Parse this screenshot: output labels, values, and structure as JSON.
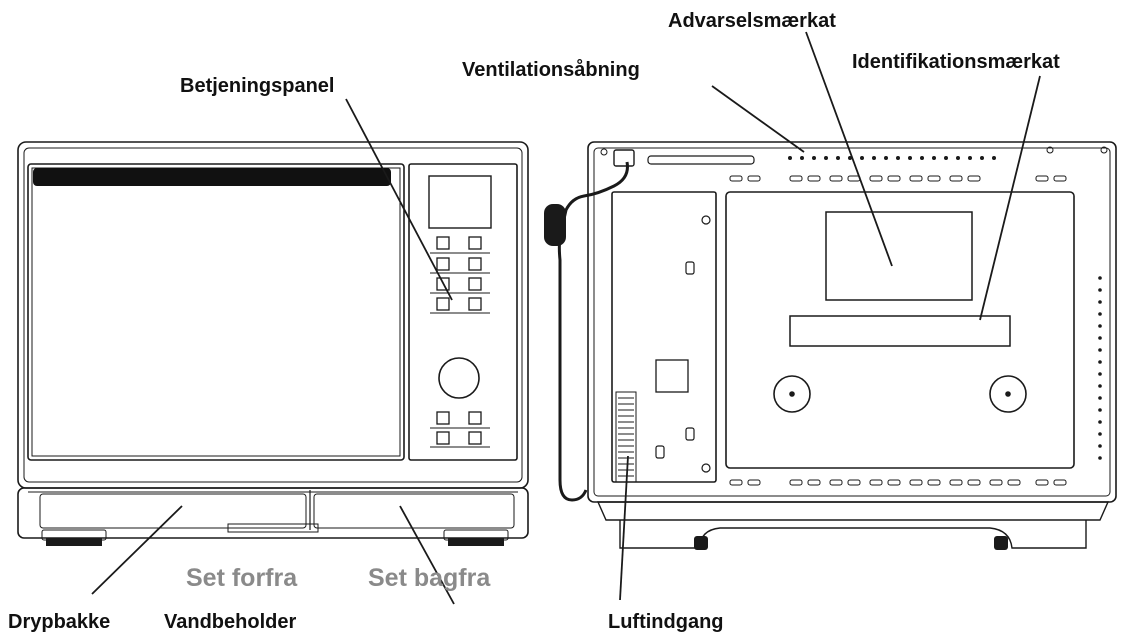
{
  "labels": {
    "control_panel": "Betjeningspanel",
    "vent": "Ventilationsåbning",
    "warning_label": "Advarselsmærkat",
    "id_label": "Identifikationsmærkat",
    "drip_tray": "Drypbakke",
    "water_tank": "Vandbeholder",
    "air_intake": "Luftindgang"
  },
  "captions": {
    "front": "Set forfra",
    "back": "Set bagfra"
  },
  "colors": {
    "line": "#1a1a1a",
    "caption_gray": "#8a8a8a"
  }
}
